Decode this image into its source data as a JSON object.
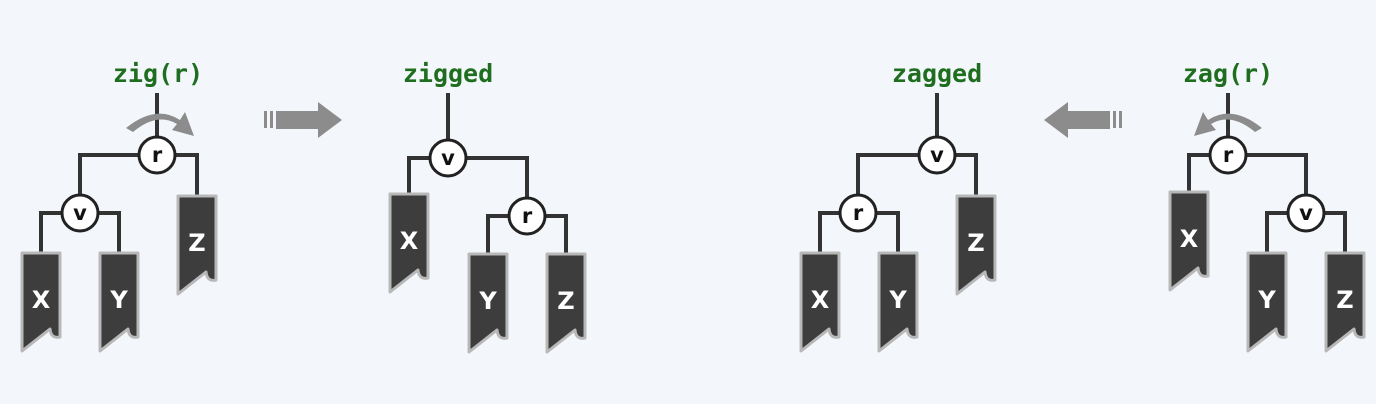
{
  "colors": {
    "background": "#f3f7fb",
    "label": "#1f6e1f",
    "edge": "#333333",
    "node_fill": "#ffffff",
    "node_stroke": "#222222",
    "leaf_fill": "#3d3d3d",
    "leaf_border": "#b8b8b8",
    "arrow": "#8c8c8c"
  },
  "panels": {
    "zig": {
      "label": "zig(r)",
      "root": "r",
      "child": "v",
      "leaves": [
        "X",
        "Y",
        "Z"
      ],
      "rotation_icon": "clockwise-rotation-icon"
    },
    "zigged": {
      "label": "zigged",
      "root": "v",
      "child": "r",
      "leaves": [
        "X",
        "Y",
        "Z"
      ]
    },
    "zagged": {
      "label": "zagged",
      "root": "v",
      "child": "r",
      "leaves": [
        "X",
        "Y",
        "Z"
      ]
    },
    "zag": {
      "label": "zag(r)",
      "root": "r",
      "child": "v",
      "leaves": [
        "X",
        "Y",
        "Z"
      ],
      "rotation_icon": "counterclockwise-rotation-icon"
    }
  },
  "arrows": {
    "zig_to_zigged": "right-arrow-icon",
    "zag_to_zagged": "left-arrow-icon"
  }
}
